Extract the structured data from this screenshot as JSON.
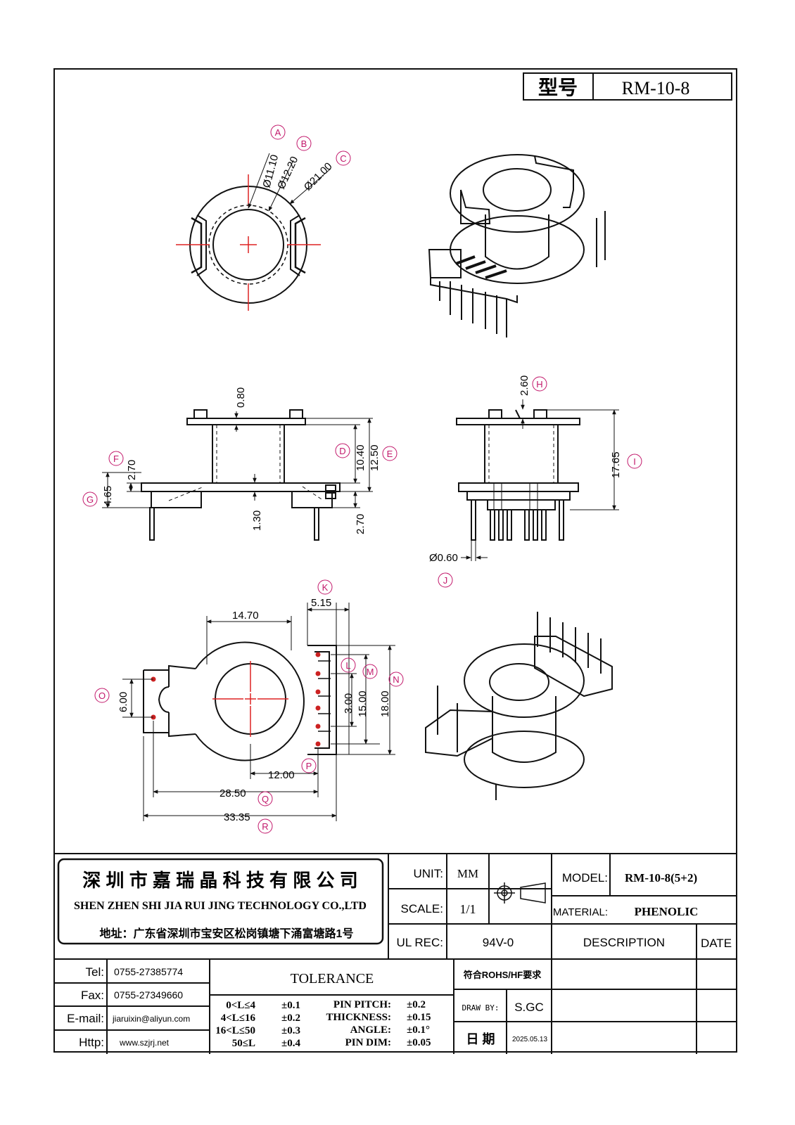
{
  "header": {
    "model_label": "型号",
    "model_value": "RM-10-8"
  },
  "dims": {
    "A": {
      "letter": "A",
      "value": "Ø11.10"
    },
    "B": {
      "letter": "B",
      "value": "Ø12.20"
    },
    "C": {
      "letter": "C",
      "value": "Ø21.00"
    },
    "D": {
      "letter": "D",
      "value": "10.40"
    },
    "E": {
      "letter": "E",
      "value": "12.50"
    },
    "F": {
      "letter": "F",
      "value": "2.70"
    },
    "G": {
      "letter": "G",
      "value": "4.65"
    },
    "H": {
      "letter": "H",
      "value": "2.60"
    },
    "I": {
      "letter": "I",
      "value": "17.65"
    },
    "J": {
      "letter": "J",
      "value": "Ø0.60"
    },
    "K": {
      "letter": "K",
      "value": "5.15"
    },
    "L": {
      "letter": "L",
      "value": "3.00"
    },
    "M": {
      "letter": "M",
      "value": "15.00"
    },
    "N": {
      "letter": "N",
      "value": "18.00"
    },
    "O": {
      "letter": "O",
      "value": "6.00"
    },
    "P": {
      "letter": "P",
      "value": "12.00"
    },
    "Q": {
      "letter": "Q",
      "value": "28.50"
    },
    "R": {
      "letter": "R",
      "value": "33.35"
    },
    "top_flange": "0.80",
    "bottom_flange": "1.30",
    "bottom_pin": "2.70",
    "width_top": "14.70"
  },
  "title_block": {
    "company_cn": "深 圳 市 嘉 瑞 晶 科 技 有 限 公 司",
    "company_en": "SHEN ZHEN SHI  JIA RUI JING  TECHNOLOGY CO.,LTD",
    "address": "地址：广东省深圳市宝安区松岗镇塘下涌富塘路1号",
    "unit_label": "UNIT:",
    "unit_value": "MM",
    "scale_label": "SCALE:",
    "scale_value": "1/1",
    "ulrec_label": "UL REC:",
    "ulrec_value": "94V-0",
    "model_label": "MODEL:",
    "model_value": "RM-10-8(5+2)",
    "material_label": "MATERIAL:",
    "material_value": "PHENOLIC",
    "description_label": "DESCRIPTION",
    "date_label": "DATE",
    "tel_label": "Tel:",
    "tel_value": "0755-27385774",
    "fax_label": "Fax:",
    "fax_value": "0755-27349660",
    "email_label": "E-mail:",
    "email_value": "jiaruixin@aliyun.com",
    "http_label": "Http:",
    "http_value": "www.szjrj.net",
    "tolerance_title": "TOLERANCE",
    "tolerances": [
      {
        "range": "0<L≤4",
        "value": "±0.1"
      },
      {
        "range": "4<L≤16",
        "value": "±0.2"
      },
      {
        "range": "16<L≤50",
        "value": "±0.3"
      },
      {
        "range": "50≤L",
        "value": "±0.4"
      }
    ],
    "specs": [
      {
        "label": "PIN PITCH:",
        "value": "±0.2"
      },
      {
        "label": "THICKNESS:",
        "value": "±0.15"
      },
      {
        "label": "ANGLE:",
        "value": "±0.1°"
      },
      {
        "label": "PIN DIM:",
        "value": "±0.05"
      }
    ],
    "rohs": "符合ROHS/HF要求",
    "draw_by_label": "DRAW BY:",
    "draw_by_value": "S.GC",
    "date_cn_label": "日 期",
    "date_value": "2025.05.13"
  }
}
